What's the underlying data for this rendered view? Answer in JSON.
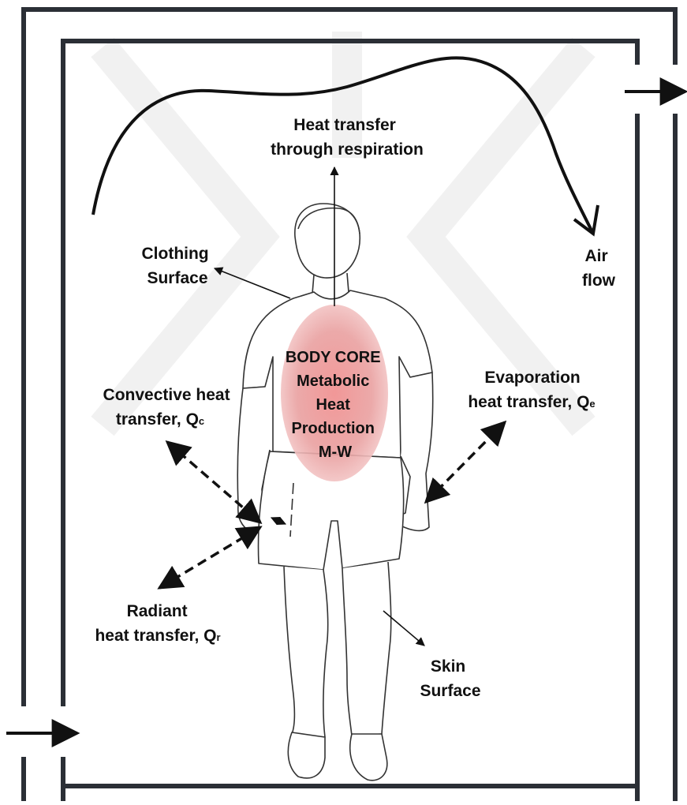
{
  "labels": {
    "respiration": [
      "Heat transfer",
      "through respiration"
    ],
    "clothing": [
      "Clothing",
      "Surface"
    ],
    "airflow": [
      "Air",
      "flow"
    ],
    "core": [
      "BODY CORE",
      "Metabolic",
      "Heat",
      "Production",
      "M-W"
    ],
    "convective": {
      "line1": "Convective heat",
      "line2_main": "transfer, Q",
      "line2_sub": "c"
    },
    "evaporation": {
      "line1": "Evaporation",
      "line2_main": "heat transfer, Q",
      "line2_sub": "e"
    },
    "radiant": {
      "line1": "Radiant",
      "line2_main": "heat transfer, Q",
      "line2_sub": "r"
    },
    "skin": [
      "Skin",
      "Surface"
    ]
  },
  "colors": {
    "wall": "#2b2f36",
    "ink": "#111111",
    "core_fill": "#e8a3a3",
    "watermark": "#f1f1f1"
  },
  "icons": {
    "inlet": "arrow-right-icon",
    "outlet": "arrow-right-icon",
    "person": "human-figure-icon"
  }
}
